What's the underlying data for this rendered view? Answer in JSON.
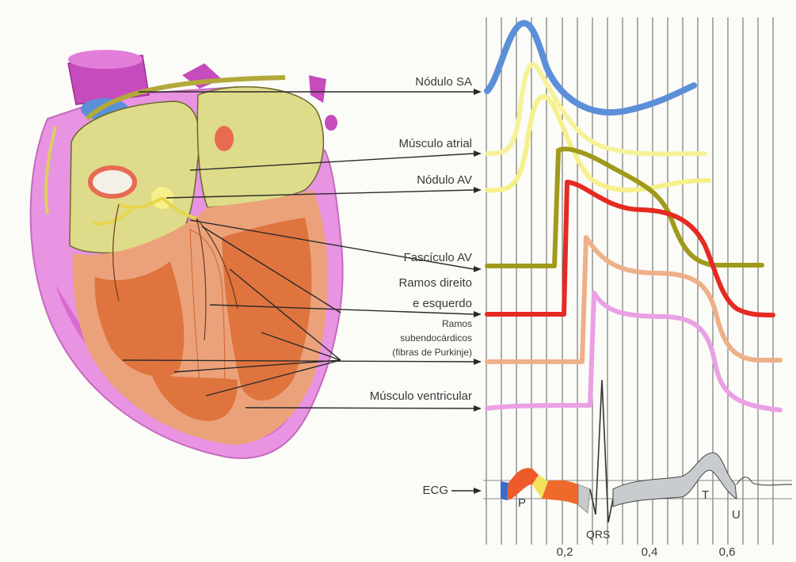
{
  "labels": {
    "sa_node": "Nódulo SA",
    "atrial_muscle": "Músculo atrial",
    "av_node": "Nódulo AV",
    "av_bundle": "Fascículo AV",
    "bundle_branches_1": "Ramos direito",
    "bundle_branches_2": "e esquerdo",
    "purkinje_1": "Ramos",
    "purkinje_2": "subendocárdicos",
    "purkinje_3": "(fibras de Purkinje)",
    "ventricular_muscle": "Músculo ventricular",
    "ecg": "ECG"
  },
  "ecg_waves": {
    "p": "P",
    "qrs": "QRS",
    "t": "T",
    "u": "U"
  },
  "time_axis": {
    "ticks": [
      "0,2",
      "0,4",
      "0,6"
    ]
  },
  "colors": {
    "sa_node": "#5b8fd8",
    "atrial_muscle": "#f4ee88",
    "av_node": "#f6f08a",
    "av_bundle": "#a09a1c",
    "bundle_branches": "#e52a22",
    "purkinje": "#eeb088",
    "ventricular_muscle": "#eaa0e4",
    "ventricle_wall": "#e080dc",
    "atrium_fill": "#dcd88c",
    "myocardium": "#e8844e"
  }
}
